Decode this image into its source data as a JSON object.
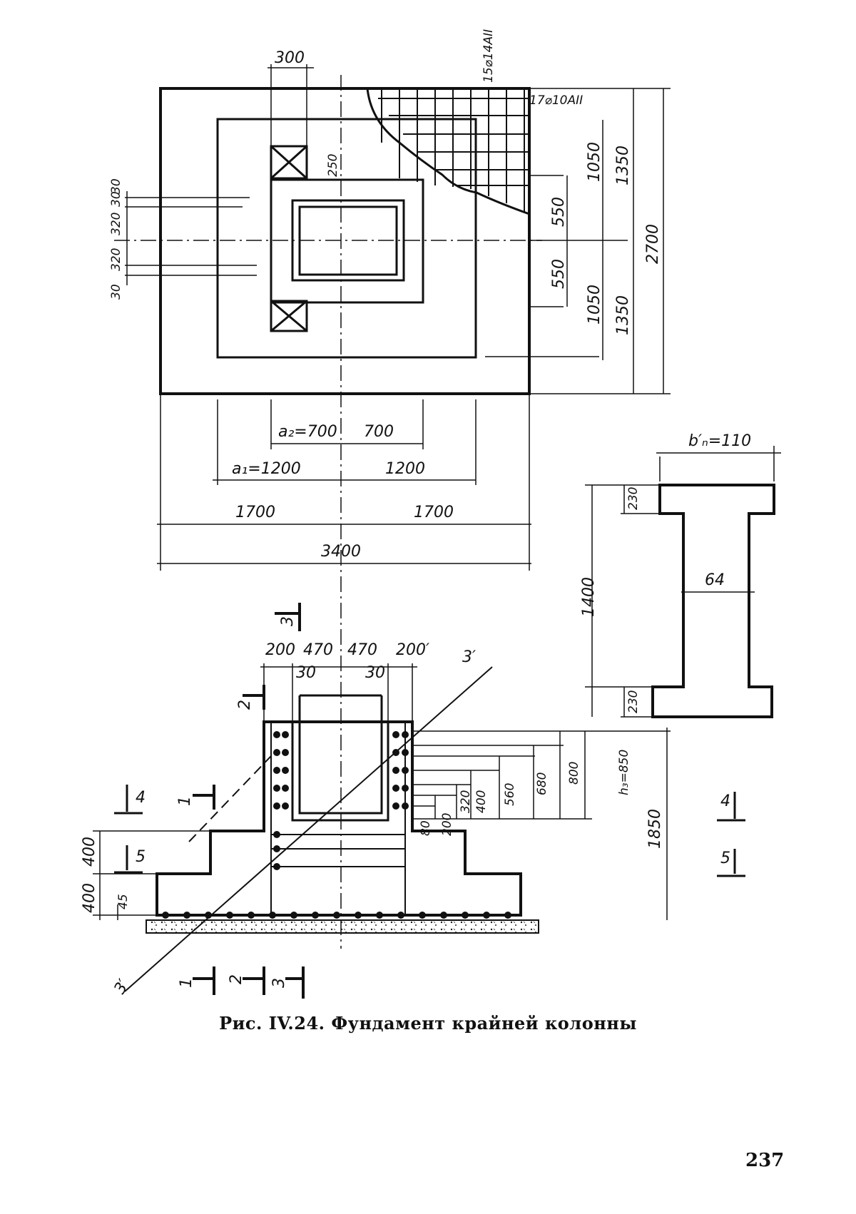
{
  "caption": "Рис. IV.24. Фундамент крайней колонны",
  "page_number": "237",
  "plan": {
    "top_dim": "300",
    "rebar_vertical": "15⌀14AII",
    "rebar_horizontal": "17⌀10AII",
    "dim_250": "250",
    "right_dims": [
      "1050",
      "1350",
      "550",
      "2700",
      "550",
      "1050",
      "1350"
    ],
    "left_dims": [
      "30",
      "320",
      "30",
      "320",
      "30"
    ],
    "bottom_dims": {
      "a2": "a₂=700",
      "a2_right": "700",
      "a1": "a₁=1200",
      "a1_right": "1200",
      "half_left": "1700",
      "half_right": "1700",
      "total": "3400"
    }
  },
  "ibeam": {
    "top_width": "b′ₙ=110",
    "flange_top": "230",
    "height": "1400",
    "web": "64",
    "flange_bottom": "230"
  },
  "section": {
    "top_dims": [
      "200",
      "470",
      "470",
      "200′"
    ],
    "inner_dims": [
      "30",
      "30"
    ],
    "cut_labels": [
      "3",
      "2",
      "4",
      "1",
      "5",
      "4",
      "5",
      "1",
      "2",
      "3"
    ],
    "diag_label": "3′",
    "right_dims": [
      "80",
      "200",
      "320",
      "400",
      "560",
      "680",
      "800",
      "h₃=850",
      "1850"
    ],
    "left_dims": [
      "400",
      "400",
      "45"
    ]
  }
}
